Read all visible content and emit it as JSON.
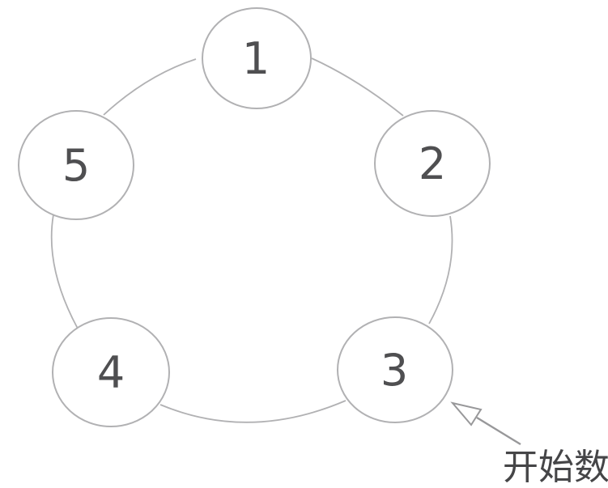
{
  "diagram": {
    "type": "cycle",
    "description": "Five circles arranged in a ring, numbered clockwise from top",
    "nodes": [
      {
        "id": "node-1",
        "label": "1"
      },
      {
        "id": "node-2",
        "label": "2"
      },
      {
        "id": "node-3",
        "label": "3"
      },
      {
        "id": "node-4",
        "label": "4"
      },
      {
        "id": "node-5",
        "label": "5"
      }
    ],
    "annotation": {
      "label": "开始数",
      "points_to_node": "3"
    },
    "colors": {
      "background": "#ffffff",
      "circle_stroke": "#b1b1b3",
      "number_text": "#4f4f51",
      "arrow": "#98989a",
      "annotation_text": "#454547"
    }
  }
}
